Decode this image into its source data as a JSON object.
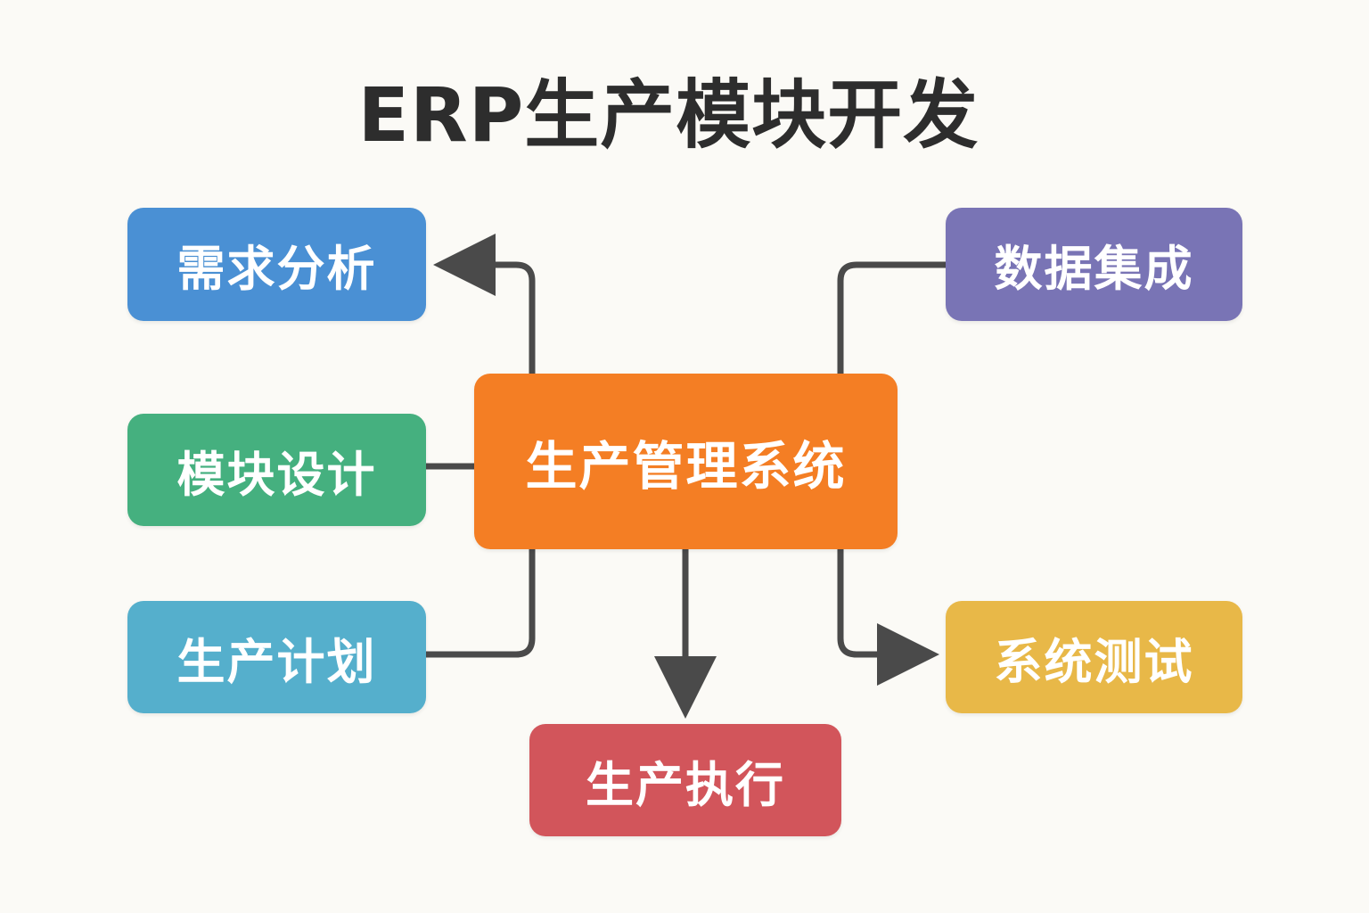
{
  "title": "ERP生产模块开发",
  "colors": {
    "background": "#FBFAF6",
    "title": "#2D2D2D",
    "connector": "#4A4A4A"
  },
  "nodes": {
    "center": {
      "label": "生产管理系统",
      "color": "#F47E24"
    },
    "demand_analysis": {
      "label": "需求分析",
      "color": "#4A90D4"
    },
    "module_design": {
      "label": "模块设计",
      "color": "#45B07F"
    },
    "production_plan": {
      "label": "生产计划",
      "color": "#55AFCC"
    },
    "production_execution": {
      "label": "生产执行",
      "color": "#D2555B"
    },
    "data_integration": {
      "label": "数据集成",
      "color": "#7974B5"
    },
    "system_test": {
      "label": "系统测试",
      "color": "#E8B848"
    }
  },
  "edges": [
    {
      "from": "center",
      "to": "demand_analysis",
      "arrow": true
    },
    {
      "from": "center",
      "to": "module_design",
      "arrow": false
    },
    {
      "from": "center",
      "to": "production_plan",
      "arrow": false
    },
    {
      "from": "center",
      "to": "production_execution",
      "arrow": true
    },
    {
      "from": "center",
      "to": "data_integration",
      "arrow": false
    },
    {
      "from": "center",
      "to": "system_test",
      "arrow": true
    }
  ]
}
